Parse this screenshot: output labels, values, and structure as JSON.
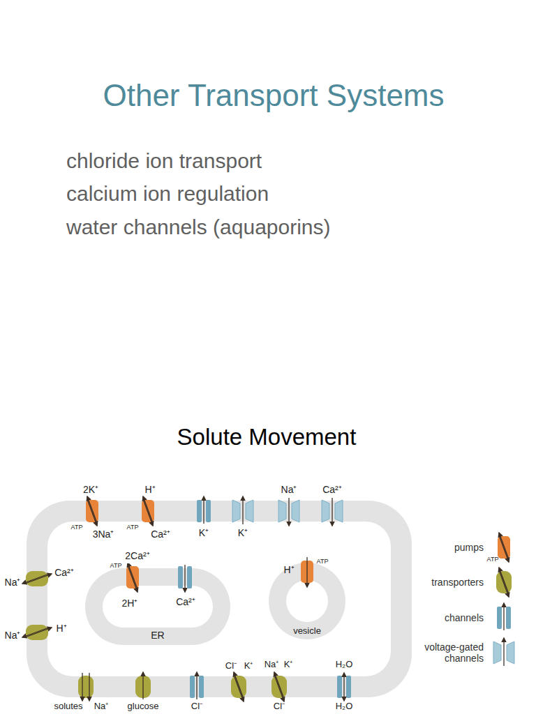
{
  "diagram": {
    "title": "Other Transport Systems",
    "nodes": [
      {
        "text": [
          "ER"
        ]
      },
      {
        "text": [
          "vesicle"
        ]
      }
    ],
    "labels": [
      "chloride ion transport",
      "calcium ion regulation",
      "water channels (aquaporins)",
      "Solute Movement",
      "2K⁺",
      "ATP",
      "3Na⁺",
      "H⁺",
      "ATP",
      "Ca²⁺",
      "K⁺",
      "K⁺",
      "Na⁺",
      "Ca²⁺",
      "Na⁺",
      "Ca²⁺",
      "Na⁺",
      "H⁺",
      "2Ca²⁺",
      "ATP",
      "2H⁺",
      "Ca²⁺",
      "H⁺",
      "ATP",
      "solutes",
      "Na⁺",
      "glucose",
      "Cl⁻",
      "Cl⁻",
      "K⁺",
      "Na⁺",
      "K⁺",
      "Cl⁻",
      "H₂O",
      "H₂O",
      "ATP"
    ],
    "legend": [
      {
        "text": "pumps",
        "color": "#e8833a"
      },
      {
        "text": "transporters",
        "color": "#a9a53f"
      },
      {
        "text": "channels",
        "color": "#6fa6be"
      },
      {
        "text": "voltage-gated channels",
        "color": "#a7cbd9"
      }
    ]
  }
}
